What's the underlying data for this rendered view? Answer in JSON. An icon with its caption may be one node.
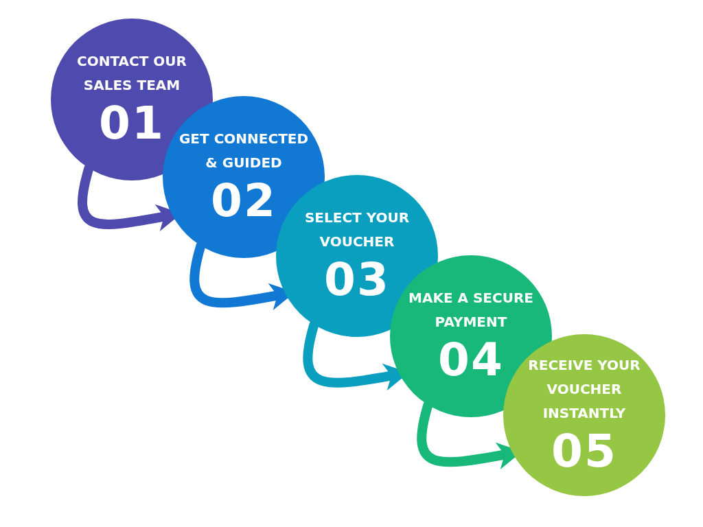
{
  "diagram": {
    "nodes": [
      {
        "text": [
          "CONTACT OUR SALES TEAM",
          "01"
        ]
      },
      {
        "text": [
          "GET CONNECTED & GUIDED",
          "02"
        ]
      },
      {
        "text": [
          "SELECT YOUR VOUCHER",
          "03"
        ]
      },
      {
        "text": [
          "MAKE A SECURE PAYMENT",
          "04"
        ]
      },
      {
        "text": [
          "RECEIVE YOUR VOUCHER INSTANTLY",
          "05"
        ]
      }
    ],
    "edges": [
      {
        "from": 0,
        "to": 1,
        "arrow": "to",
        "color": "#4f4aae"
      },
      {
        "from": 1,
        "to": 2,
        "arrow": "to",
        "color": "#1178d4"
      },
      {
        "from": 2,
        "to": 3,
        "arrow": "to",
        "color": "#0a9fbf"
      },
      {
        "from": 3,
        "to": 4,
        "arrow": "to",
        "color": "#17b87a"
      }
    ]
  }
}
